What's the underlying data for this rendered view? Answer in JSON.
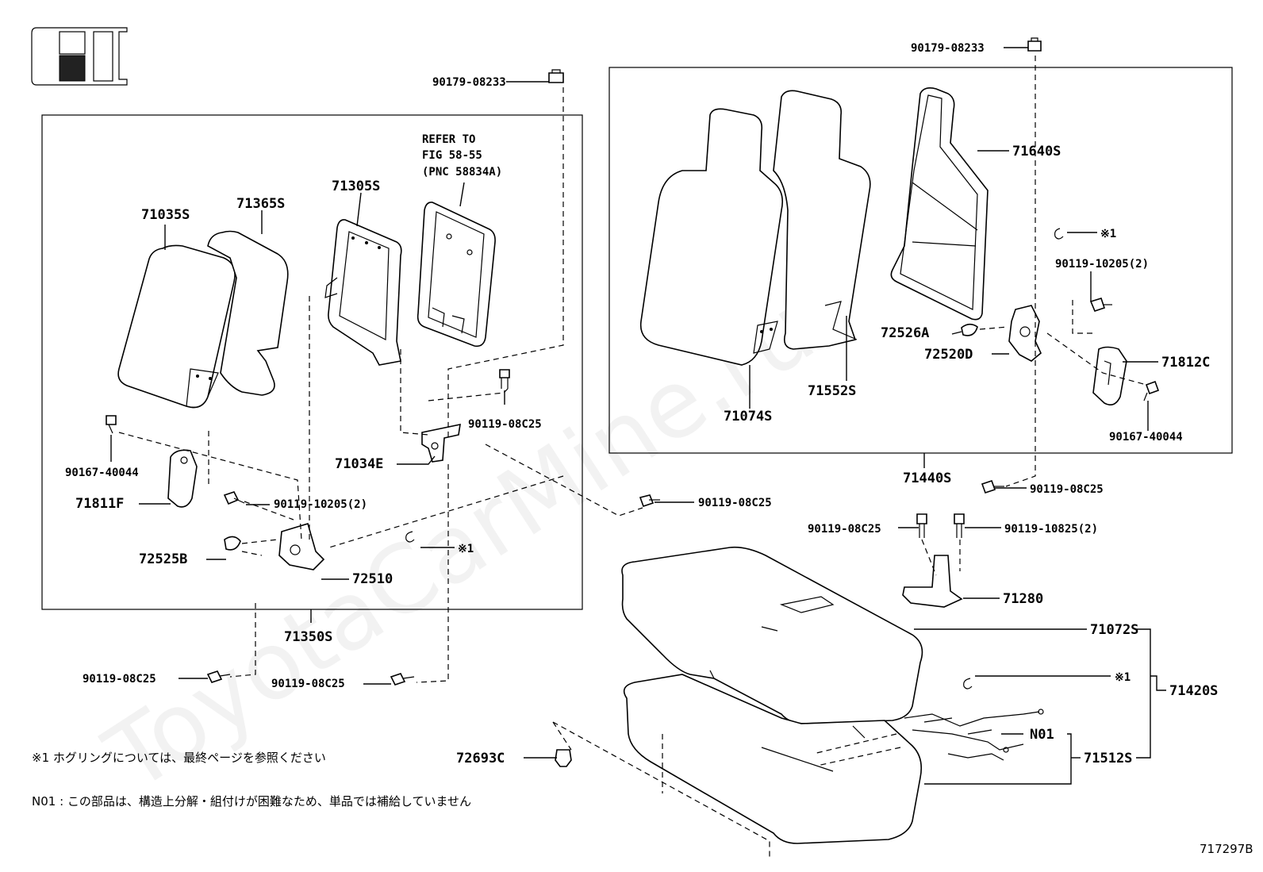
{
  "watermark": "ToyotaCarMine.ru",
  "figure_id": "717297B",
  "notes": {
    "note1": "※1 ホグリングについては、最終ページを参照ください",
    "note2": "N01 : この部品は、構造上分解・組付けが困難なため、単品では補給していません"
  },
  "refer": {
    "line1": "REFER TO",
    "line2": "FIG 58-55",
    "line3": "(PNC 58834A)"
  },
  "labels": {
    "p71035S": "71035S",
    "p71365S": "71365S",
    "p71305S": "71305S",
    "p90179_a": "90179-08233",
    "p90179_b": "90179-08233",
    "p90119_08C25_a": "90119-08C25",
    "p90119_08C25_b": "90119-08C25",
    "p90119_08C25_c": "90119-08C25",
    "p90119_08C25_d": "90119-08C25",
    "p90119_08C25_e": "90119-08C25",
    "p90119_08C25_f": "90119-08C25",
    "p90167_a": "90167-40044",
    "p90167_b": "90167-40044",
    "p71811F": "71811F",
    "p90119_10205_a": "90119-10205(2)",
    "p90119_10205_b": "90119-10205(2)",
    "p71034E": "71034E",
    "x1_a": "※1",
    "x1_b": "※1",
    "x1_c": "※1",
    "p72525B": "72525B",
    "p72510": "72510",
    "p71350S": "71350S",
    "p71640S": "71640S",
    "p72526A": "72526A",
    "p72520D": "72520D",
    "p71812C": "71812C",
    "p71074S": "71074S",
    "p71552S": "71552S",
    "p71440S": "71440S",
    "p90119_10825": "90119-10825(2)",
    "p71280": "71280",
    "p71072S": "71072S",
    "p71420S": "71420S",
    "pN01": "N01",
    "p71512S": "71512S",
    "p72693C": "72693C"
  }
}
